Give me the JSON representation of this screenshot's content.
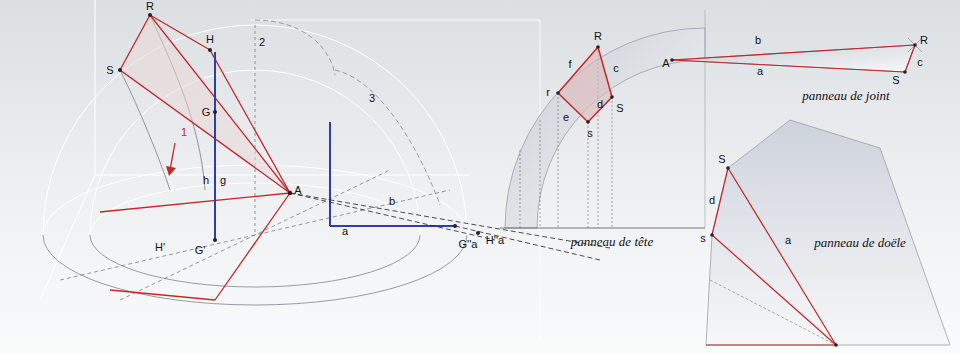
{
  "diagram": {
    "labels": [
      "R",
      "H",
      "S",
      "G",
      "h",
      "g",
      "1",
      "A",
      "2",
      "3",
      "b",
      "a",
      "H'",
      "G'",
      "G''a",
      "H''a",
      "R",
      "f",
      "c",
      "r",
      "d",
      "S",
      "e",
      "s",
      "panneau de tête",
      "A",
      "b",
      "R",
      "a",
      "S",
      "c",
      "panneau de joint",
      "S",
      "d",
      "s",
      "a",
      "panneau de doële"
    ]
  }
}
